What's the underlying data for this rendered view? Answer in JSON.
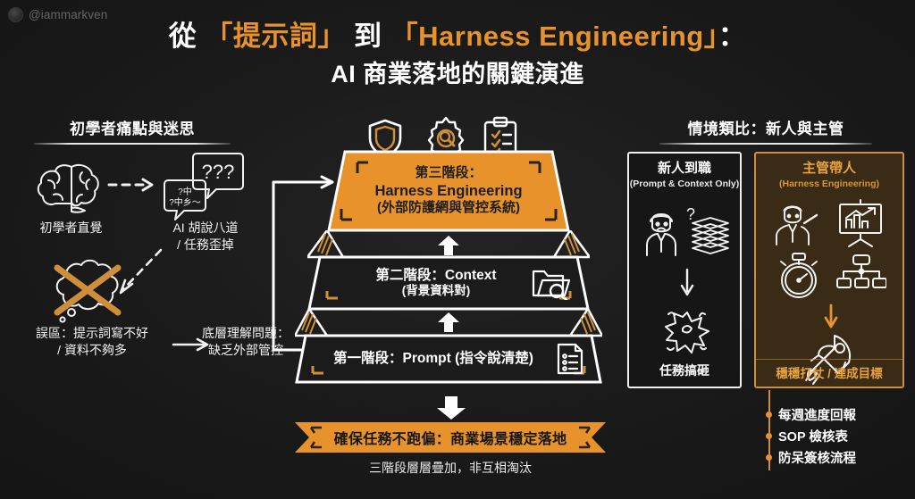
{
  "watermark": {
    "handle": "@iammarkven",
    "avatar_icon": "avatar-icon"
  },
  "title": {
    "line1_a": "從",
    "line1_b": "「提示詞」",
    "line1_c": "到",
    "line1_d": "「Harness Engineering」",
    "line1_e": "：",
    "line2": "AI 商業落地的關鍵演進"
  },
  "left": {
    "heading": "初學者痛點與迷思",
    "brain_icon": "brain-icon",
    "brain_caption": "初學者直覺",
    "speech_icon": "speech-bubble-question-icon",
    "speech_caption": "AI 胡說八道\n/ 任務歪掉",
    "cloud_icon": "crossed-out-thought-cloud-icon",
    "misconception_caption": "誤區：提示詞寫不好\n/ 資料不夠多",
    "root_cause_caption": "底層理解問題：\n缺乏外部管控",
    "dashed_arrow_icon": "dashed-arrow-icon",
    "arrow_icon": "arrow-right-icon"
  },
  "pyramid": {
    "top_icons": [
      "shield-icon",
      "gear-magnifier-icon",
      "clipboard-checklist-icon"
    ],
    "tier3": {
      "line1": "第三階段：",
      "line2": "Harness Engineering",
      "line3": "(外部防護網與管控系統)"
    },
    "tier2": {
      "line1": "第二階段：Context",
      "line2": "(背景資料對)",
      "icon": "folder-search-icon"
    },
    "tier1": {
      "line1": "第一階段：Prompt (指令說清楚)",
      "icon": "document-list-icon"
    },
    "up_arrow_icon": "arrow-up-icon"
  },
  "banner": {
    "text": "確保任務不跑偏：商業場景穩定落地",
    "subtitle": "三階段層層疊加，非互相淘汰",
    "down_arrow_icon": "arrow-down-icon"
  },
  "right": {
    "heading": "情境類比：新人與主管",
    "panel_new": {
      "title": "新人到職",
      "subtitle": "(Prompt & Context Only)",
      "icons": [
        "confused-employee-icon",
        "paper-stack-icon",
        "explosion-icon"
      ],
      "arrow_icon": "arrow-down-icon",
      "footer": "任務搞砸"
    },
    "panel_manager": {
      "title": "主管帶人",
      "subtitle": "(Harness Engineering)",
      "icons": [
        "manager-icon",
        "presentation-chart-icon",
        "stopwatch-icon",
        "org-chart-icon",
        "rocket-icon"
      ],
      "arrow_icon": "arrow-down-icon",
      "footer": "穩穩打仗 / 達成目標"
    },
    "bullets": [
      "每週進度回報",
      "SOP 檢核表",
      "防呆簽核流程"
    ]
  },
  "colors": {
    "background": "#141414",
    "accent_orange": "#e8922c",
    "panel_brown": "#3a2b16",
    "panel_brown_border": "#cf8f3a",
    "text_white": "#ffffff"
  }
}
